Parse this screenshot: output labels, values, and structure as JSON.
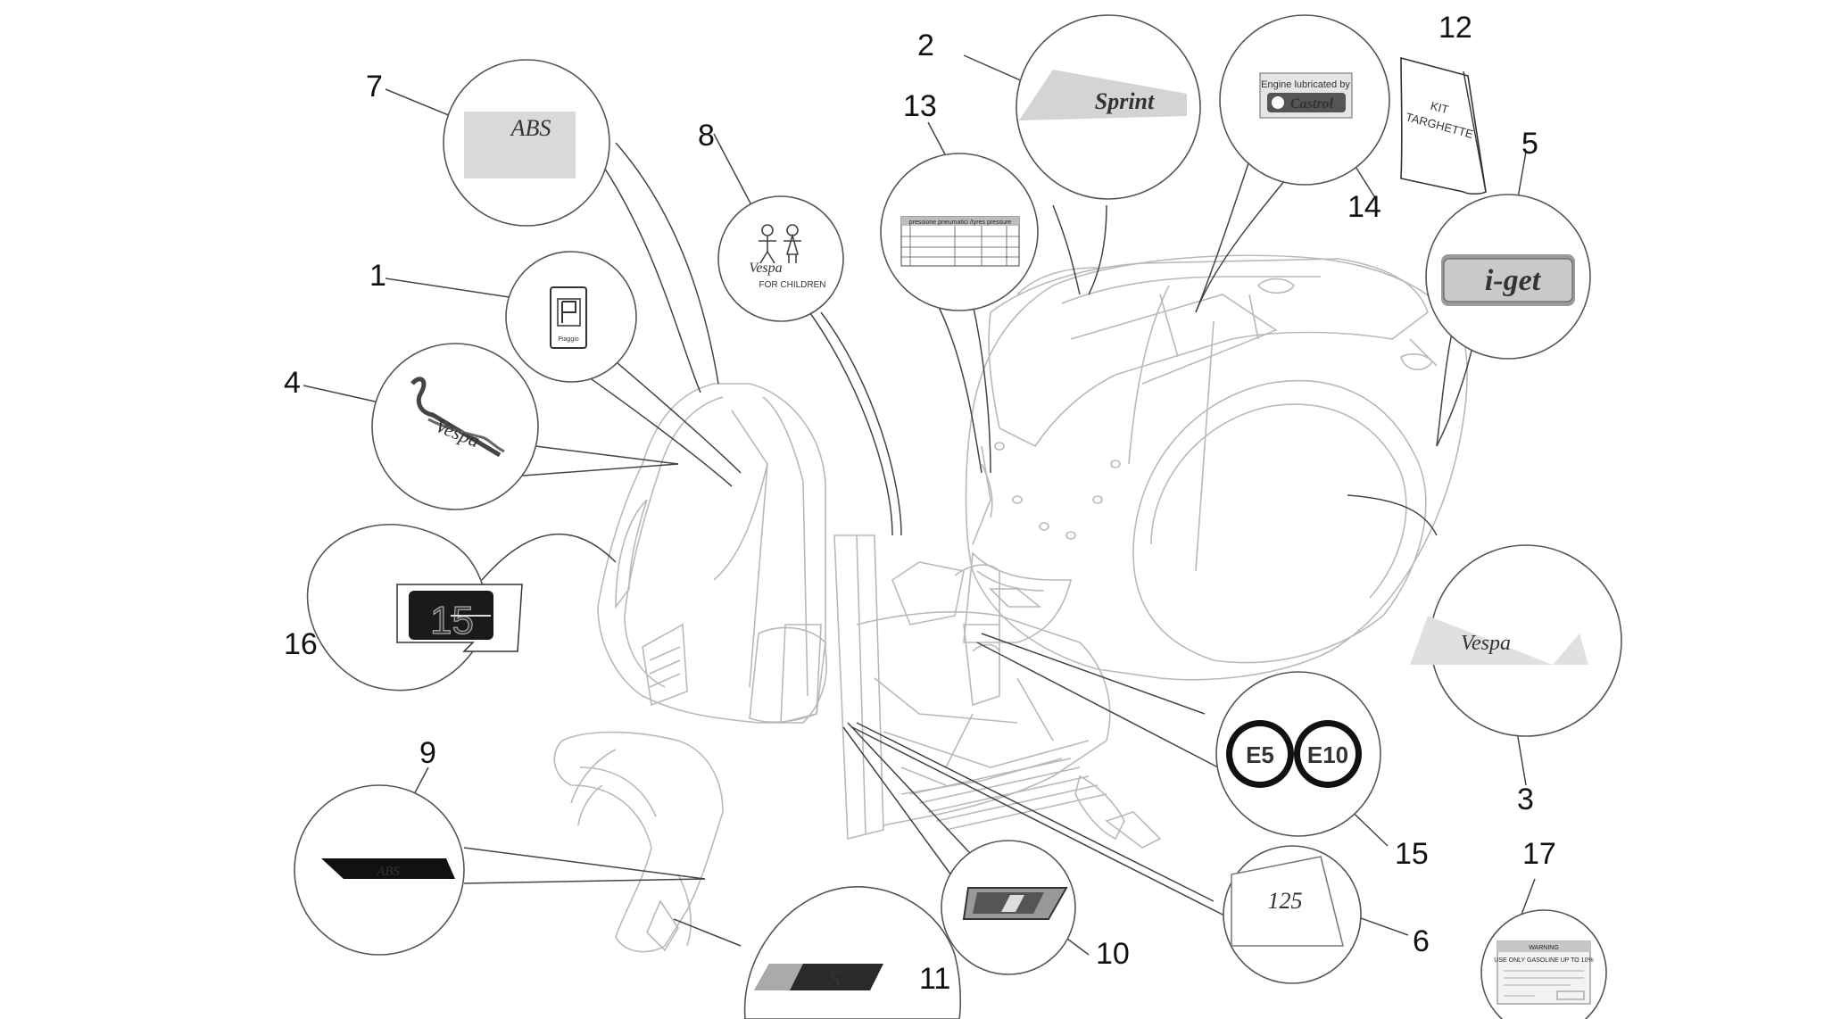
{
  "diagram": {
    "callouts": [
      {
        "number": "1",
        "label": ""
      },
      {
        "number": "2",
        "label": "Sprint"
      },
      {
        "number": "3",
        "label": ""
      },
      {
        "number": "4",
        "label": ""
      },
      {
        "number": "5",
        "label": "i-get"
      },
      {
        "number": "6",
        "label": "125"
      },
      {
        "number": "7",
        "label": "ABS"
      },
      {
        "number": "8",
        "label": "FOR CHILDREN"
      },
      {
        "number": "9",
        "label": "ABS"
      },
      {
        "number": "10",
        "label": ""
      },
      {
        "number": "11",
        "label": "S"
      },
      {
        "number": "12",
        "label": "KIT TARGHETTE"
      },
      {
        "number": "13",
        "label": "pressione pneumatici /tyres pressure"
      },
      {
        "number": "14",
        "label": "Engine lubricated by Castrol"
      },
      {
        "number": "15",
        "label": "E5 E10"
      },
      {
        "number": "16",
        "label": "15"
      },
      {
        "number": "17",
        "label": "USE ONLY GASOLINE UP TO 10%"
      }
    ],
    "badge_e5": "E5",
    "badge_e10": "E10",
    "castrol_top": "Engine lubricated by",
    "castrol_brand": "Castrol",
    "kit_line1": "KIT",
    "kit_line2": "TARGHETTE",
    "piaggio_text": "Piaggio",
    "vespa_children_brand": "Vespa",
    "warning_title": "WARNING"
  }
}
